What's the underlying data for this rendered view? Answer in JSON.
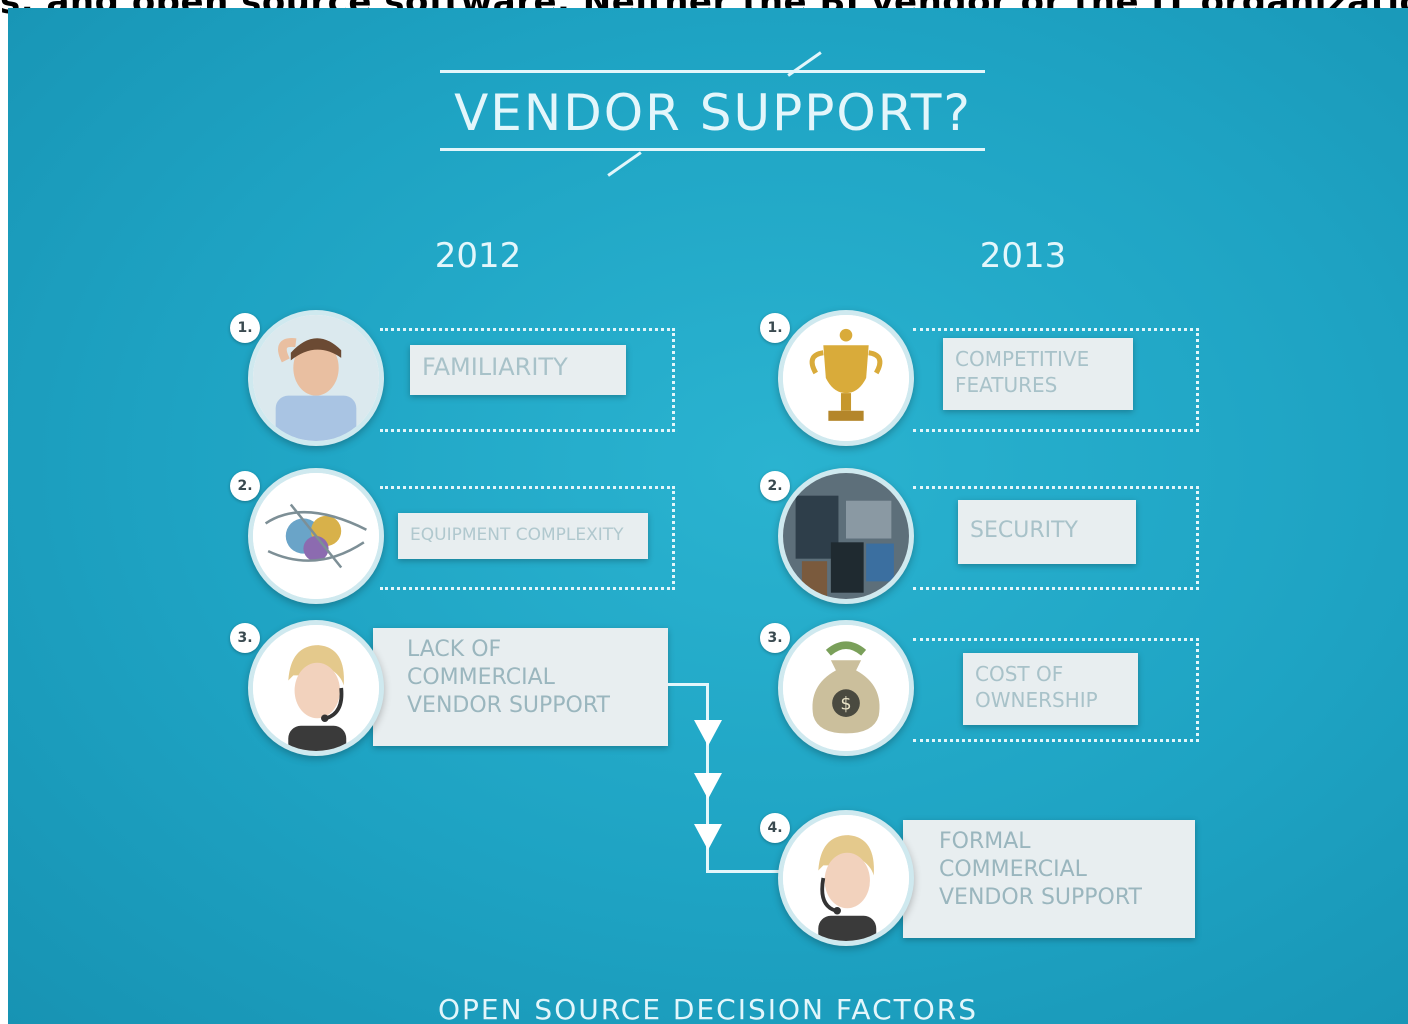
{
  "caption": "s, and open source software. Neither the BI vendor or the IT organization",
  "title": "VENDOR SUPPORT?",
  "columns": [
    {
      "year": "2012"
    },
    {
      "year": "2013"
    }
  ],
  "items_2012": [
    {
      "num": "1.",
      "label": "FAMILIARITY",
      "icon": "confused-man-icon"
    },
    {
      "num": "2.",
      "label": "EQUIPMENT COMPLEXITY",
      "icon": "tangled-equipment-icon"
    },
    {
      "num": "3.",
      "label": "LACK OF\nCOMMERCIAL\nVENDOR SUPPORT",
      "icon": "support-agent-icon"
    }
  ],
  "items_2013": [
    {
      "num": "1.",
      "label": "COMPETITIVE\nFEATURES",
      "icon": "trophy-icon"
    },
    {
      "num": "2.",
      "label": "SECURITY",
      "icon": "security-photo-icon"
    },
    {
      "num": "3.",
      "label": "COST OF\nOWNERSHIP",
      "icon": "money-bag-icon"
    },
    {
      "num": "4.",
      "label": "FORMAL\nCOMMERCIAL\nVENDOR SUPPORT",
      "icon": "support-agent-icon"
    }
  ],
  "footer": "OPEN SOURCE DECISION FACTORS",
  "colors": {
    "background": "#1ea3c3",
    "line": "#e3f6fb",
    "label_bg": "#e8eef0",
    "label_text": "#9ab6be"
  }
}
